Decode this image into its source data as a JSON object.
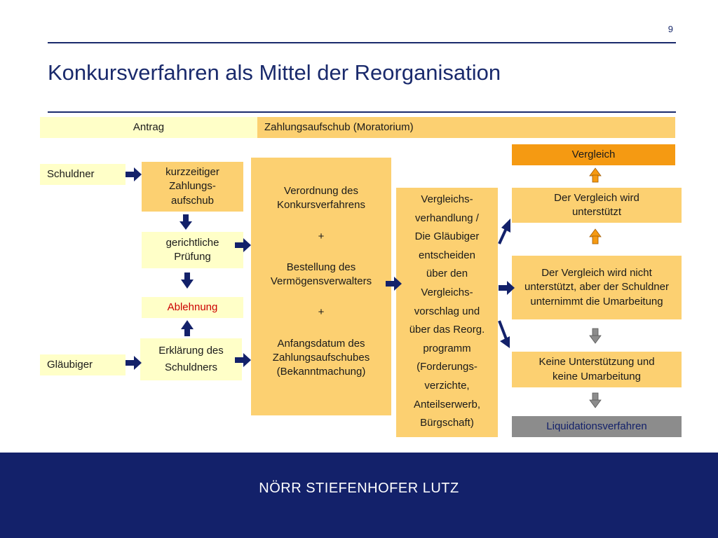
{
  "slide": {
    "page_number": "9",
    "title": "Konkursverfahren als Mittel der Reorganisation",
    "footer_brand": "NÖRR STIEFENHOFER LUTZ"
  },
  "phases": {
    "antrag": "Antrag",
    "moratorium": "Zahlungsaufschub (Moratorium)"
  },
  "parties": {
    "debtor": "Schuldner",
    "creditor": "Gläubiger"
  },
  "steps": {
    "short_deferral": "kurzzeitiger Zahlungs-aufschub",
    "court_review": "gerichtliche Prüfung",
    "rejection": "Ablehnung",
    "debtor_declaration": "Erklärung des Schuldners"
  },
  "court_order": {
    "items": [
      "Verordnung des Konkursverfahrens",
      "+",
      "Bestellung des Vermögensverwalters",
      "+",
      "Anfangsdatum des Zahlungsaufschubes (Bekanntmachung)"
    ]
  },
  "negotiation": {
    "lines": [
      "Vergleichs-",
      "verhandlung /",
      "Die Gläubiger",
      "entscheiden",
      "über den",
      "Vergleichs-",
      "vorschlag und",
      "über das Reorg.",
      "programm",
      "(Forderungs-",
      "verzichte,",
      "Anteilserwerb,",
      "Bürgschaft)"
    ]
  },
  "outcomes": {
    "settlement": "Vergleich",
    "supported": "Der Vergleich wird unterstützt",
    "not_supported_reorg": "Der Vergleich wird nicht unterstützt, aber der Schuldner unternimmt die Umarbeitung",
    "no_support": "Keine Unterstützung und keine Umarbeitung",
    "liquidation": "Liquidationsverfahren"
  },
  "colors": {
    "navy": "#13216a",
    "title_blue": "#1a2a6c",
    "pale_yellow": "#ffffc8",
    "tan": "#fcd071",
    "orange": "#f59a12",
    "grey": "#8c8c8c",
    "rejection_red": "#cc0000"
  }
}
